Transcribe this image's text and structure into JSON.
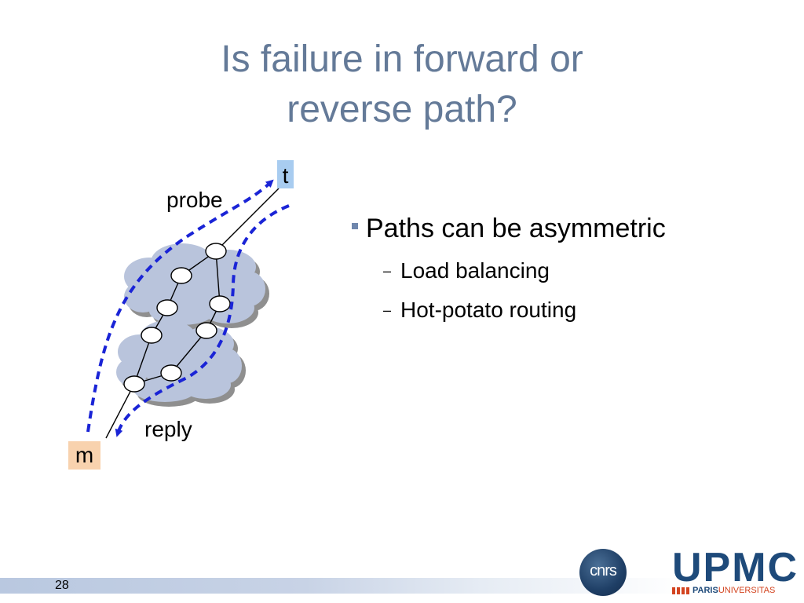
{
  "title": {
    "line1": "Is failure in forward or",
    "line2": "reverse path?"
  },
  "diagram": {
    "node_t": "t",
    "node_m": "m",
    "probe_label": "probe",
    "reply_label": "reply"
  },
  "bullets": {
    "main": "Paths can be asymmetric",
    "subs": [
      "Load balancing",
      "Hot-potato routing"
    ]
  },
  "footer": {
    "page_number": "28",
    "logo_cnrs": "cnrs",
    "logo_upmc": "UPMC",
    "logo_paris": "PARIS",
    "logo_universitas": "UNIVERSITAS"
  },
  "colors": {
    "title": "#647a98",
    "arrow": "#1a24d6",
    "cloud": "#b9c4dc",
    "t_box": "#a8ccf0",
    "m_box": "#f8d2ae"
  }
}
